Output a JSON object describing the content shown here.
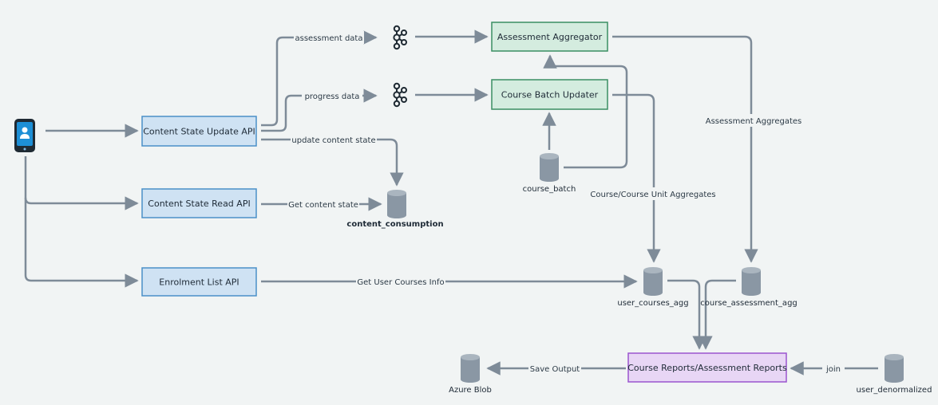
{
  "colors": {
    "background": "#f1f4f4",
    "edge": "#7e8b98",
    "api_fill": "#cfe2f3",
    "api_stroke": "#4a90c8",
    "processor_fill": "#d4ecdf",
    "processor_stroke": "#3a8f63",
    "report_fill": "#e8d6f5",
    "report_stroke": "#9a55cf",
    "db_fill": "#8a97a4",
    "phone": "#1d8fd6"
  },
  "nodes": {
    "mobile_client": {
      "icon": "mobile-user-icon"
    },
    "content_state_update_api": "Content State Update API",
    "content_state_read_api": "Content State Read API",
    "enrolment_list_api": "Enrolment List API",
    "assessment_aggregator": "Assessment Aggregator",
    "course_batch_updater": "Course Batch Updater",
    "course_reports": "Course Reports/Assessment Reports",
    "kafka_assessment": {
      "icon": "kafka-icon"
    },
    "kafka_progress": {
      "icon": "kafka-icon"
    }
  },
  "databases": {
    "content_consumption": "content_consumption",
    "course_batch": "course_batch",
    "user_courses_agg": "user_courses_agg",
    "course_assessment_agg": "course_assessment_agg",
    "azure_blob": "Azure Blob",
    "user_denormalized": "user_denormalized"
  },
  "edge_labels": {
    "assessment_data": "assessment data",
    "progress_data": "progress data",
    "update_content_state": "update content state",
    "get_content_state": "Get content state",
    "get_user_courses_info": "Get User Courses Info",
    "assessment_aggregates": "Assessment Aggregates",
    "course_unit_aggregates": "Course/Course Unit Aggregates",
    "save_output": "Save Output",
    "join": "join"
  }
}
